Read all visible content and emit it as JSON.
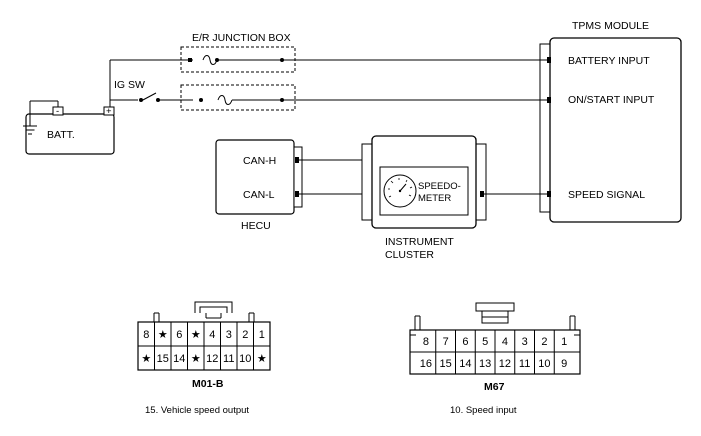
{
  "labels": {
    "tpms_module": "TPMS MODULE",
    "battery_input": "BATTERY INPUT",
    "on_start_input": "ON/START INPUT",
    "speed_signal": "SPEED SIGNAL",
    "er_junction_box": "E/R JUNCTION BOX",
    "ig_sw": "IG SW",
    "batt": "BATT.",
    "batt_neg": "-",
    "batt_pos": "+",
    "can_h": "CAN-H",
    "can_l": "CAN-L",
    "hecu": "HECU",
    "speedo_line1": "SPEEDO-",
    "speedo_line2": "METER",
    "instrument_line1": "INSTRUMENT",
    "instrument_line2": "CLUSTER"
  },
  "connectors": {
    "m01b": {
      "name": "M01-B",
      "note": "15. Vehicle speed output",
      "top_row": [
        "8",
        "★",
        "6",
        "★",
        "4",
        "3",
        "2",
        "1"
      ],
      "bottom_row": [
        "★",
        "15",
        "14",
        "★",
        "12",
        "11",
        "10",
        "★"
      ]
    },
    "m67": {
      "name": "M67",
      "note": "10. Speed input",
      "top_row": [
        "8",
        "7",
        "6",
        "5",
        "4",
        "3",
        "2",
        "1"
      ],
      "bottom_row": [
        "16",
        "15",
        "14",
        "13",
        "12",
        "11",
        "10",
        "9"
      ]
    }
  }
}
